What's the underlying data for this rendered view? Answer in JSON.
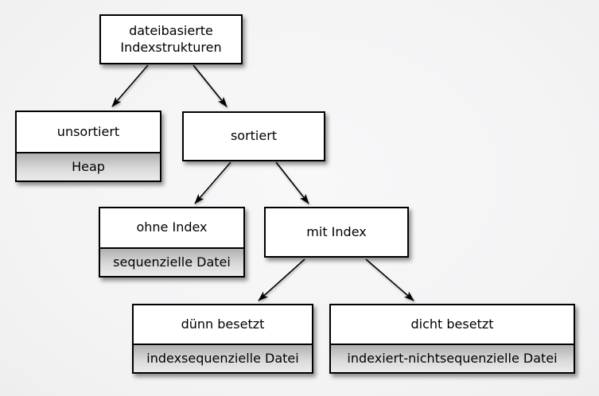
{
  "diagram": {
    "title_node": "dateibasierte Indexstrukturen",
    "language": "de",
    "colors": {
      "background": "#f3f3f4",
      "box_fill": "#ffffff",
      "box_border": "#000000",
      "sub_gradient_top": "#b0b0b0",
      "sub_gradient_bottom": "#ebebeb",
      "arrow": "#000000",
      "text": "#000000"
    },
    "nodes": {
      "root": {
        "label": "dateibasierte Indexstrukturen"
      },
      "unsortiert": {
        "label": "unsortiert",
        "sublabel": "Heap"
      },
      "sortiert": {
        "label": "sortiert"
      },
      "ohne_index": {
        "label": "ohne Index",
        "sublabel": "sequenzielle Datei"
      },
      "mit_index": {
        "label": "mit Index"
      },
      "duenn": {
        "label": "dünn besetzt",
        "sublabel": "indexsequenzielle Datei"
      },
      "dicht": {
        "label": "dicht besetzt",
        "sublabel": "indexiert-nichtsequenzielle Datei"
      }
    },
    "edges": [
      {
        "from": "root",
        "to": "unsortiert"
      },
      {
        "from": "root",
        "to": "sortiert"
      },
      {
        "from": "sortiert",
        "to": "ohne_index"
      },
      {
        "from": "sortiert",
        "to": "mit_index"
      },
      {
        "from": "mit_index",
        "to": "duenn"
      },
      {
        "from": "mit_index",
        "to": "dicht"
      }
    ]
  }
}
